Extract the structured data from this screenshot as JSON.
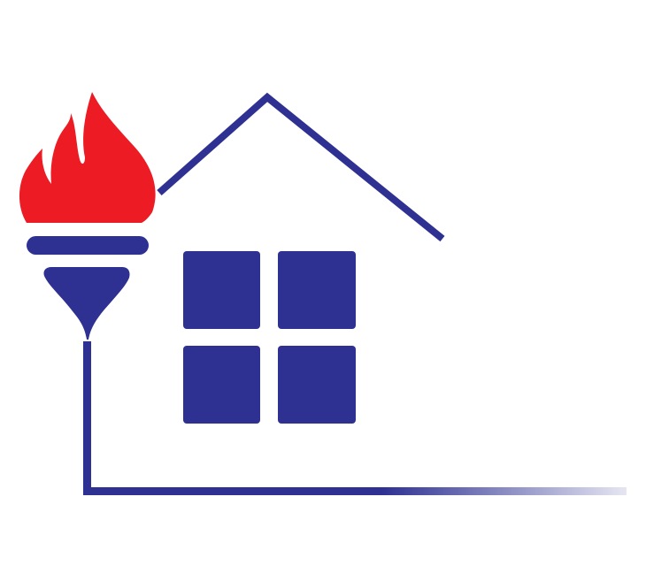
{
  "logo": {
    "name": "torch-house-logo",
    "colors": {
      "flame": "#ED1C24",
      "primary": "#2E3192",
      "background": "#FFFFFF",
      "fade_end": "#FFFFFF"
    },
    "icons": [
      "flame-icon",
      "torch-icon",
      "house-roof",
      "window-icon",
      "ground-line"
    ]
  }
}
